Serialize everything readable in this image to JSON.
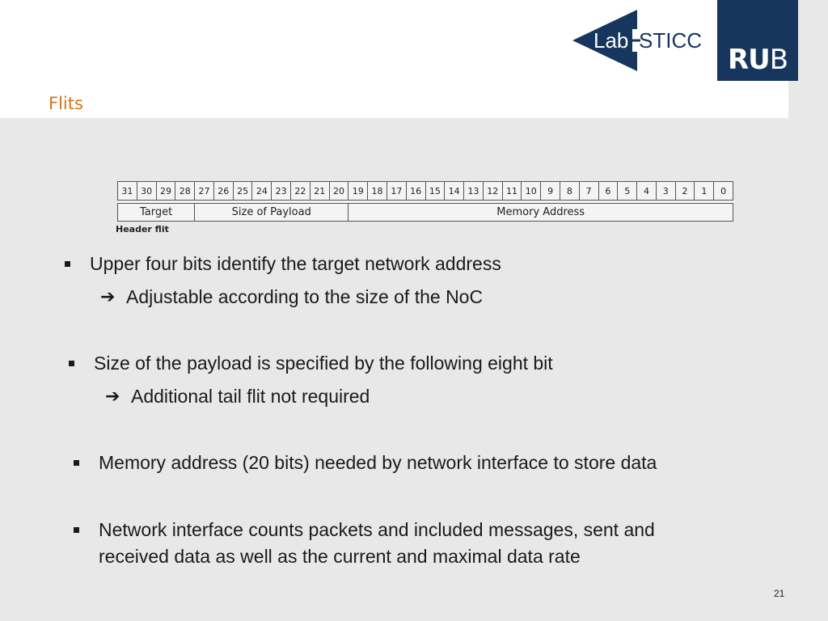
{
  "slide": {
    "title": "Flits",
    "page_number": "21"
  },
  "logos": {
    "labsticc_text_left": "Lab",
    "labsticc_text_right": "STICC",
    "rub_bold": "RU",
    "rub_thin": "B"
  },
  "flit": {
    "bits": [
      "31",
      "30",
      "29",
      "28",
      "27",
      "26",
      "25",
      "24",
      "23",
      "22",
      "21",
      "20",
      "19",
      "18",
      "17",
      "16",
      "15",
      "14",
      "13",
      "12",
      "11",
      "10",
      "9",
      "8",
      "7",
      "6",
      "5",
      "4",
      "3",
      "2",
      "1",
      "0"
    ],
    "fields": [
      {
        "label": "Target",
        "bits": 4
      },
      {
        "label": "Size of Payload",
        "bits": 8
      },
      {
        "label": "Memory Address",
        "bits": 20
      }
    ],
    "caption": "Header flit"
  },
  "bullets": [
    {
      "text": "Upper four bits identify the target network address",
      "sub": "Adjustable according to the size of the NoC"
    },
    {
      "text": "Size of the payload is specified by the following eight bit",
      "sub": "Additional tail flit not required"
    },
    {
      "text": "Memory address (20 bits) needed by network interface to store data"
    },
    {
      "text": "Network interface counts packets and included messages, sent and",
      "line2": "received data as well as the current and maximal data rate"
    }
  ]
}
